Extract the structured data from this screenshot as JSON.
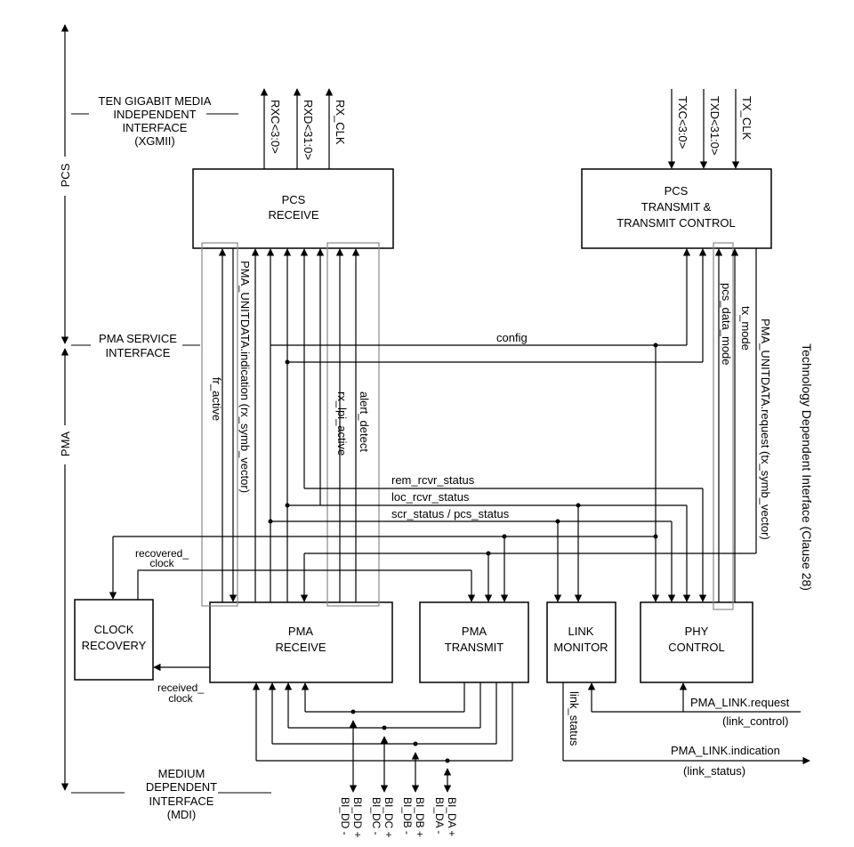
{
  "layers": {
    "pcs": "PCS",
    "pma": "PMA"
  },
  "interfaces": {
    "xgmii": [
      "TEN GIGABIT MEDIA",
      "INDEPENDENT",
      "INTERFACE",
      "(XGMII)"
    ],
    "pma_service": [
      "PMA SERVICE",
      "INTERFACE"
    ],
    "mdi": [
      "MEDIUM",
      "DEPENDENT",
      "INTERFACE",
      "(MDI)"
    ],
    "technology_dependent": "Technology Dependent Interface (Clause 28)"
  },
  "blocks": {
    "pcs_receive": [
      "PCS",
      "RECEIVE"
    ],
    "pcs_transmit": [
      "PCS",
      "TRANSMIT &",
      "TRANSMIT CONTROL"
    ],
    "clock_recovery": [
      "CLOCK",
      "RECOVERY"
    ],
    "pma_receive": [
      "PMA",
      "RECEIVE"
    ],
    "pma_transmit": [
      "PMA",
      "TRANSMIT"
    ],
    "link_monitor": [
      "LINK",
      "MONITOR"
    ],
    "phy_control": [
      "PHY",
      "CONTROL"
    ]
  },
  "signals": {
    "rxc": "RXC<3:0>",
    "rxd": "RXD<31:0>",
    "rx_clk": "RX_CLK",
    "txc": "TXC<3:0>",
    "txd": "TXD<31:0>",
    "tx_clk": "TX_CLK",
    "fr_active": "fr_active",
    "pma_unitdata_indication": "PMA_UNITDATA.indication (rx_symb_vector)",
    "rx_lpi_active": "rx_lpi_active",
    "alert_detect": "alert_detect",
    "pcs_data_mode": "pcs_data_mode",
    "tx_mode": "tx_mode",
    "pma_unitdata_request": "PMA_UNITDATA.request (tx_symb_vector)",
    "config": "config",
    "rem_rcvr_status": "rem_rcvr_status",
    "loc_rcvr_status": "loc_rcvr_status",
    "scr_pcs_status": "scr_status / pcs_status",
    "recovered_clock": [
      "recovered_",
      "clock"
    ],
    "received_clock": [
      "received_",
      "clock"
    ],
    "link_status": "link_status",
    "pma_link_request": "PMA_LINK.request",
    "link_control": "(link_control)",
    "pma_link_indication": "PMA_LINK.indication",
    "link_status_paren": "(link_status)",
    "bi_dd_minus": "BI_DD -",
    "bi_dd_plus": "BI_DD +",
    "bi_dc_minus": "BI_DC -",
    "bi_dc_plus": "BI_DC +",
    "bi_db_minus": "BI_DB -",
    "bi_db_plus": "BI_DB +",
    "bi_da_minus": "BI_DA -",
    "bi_da_plus": "BI_DA +"
  }
}
